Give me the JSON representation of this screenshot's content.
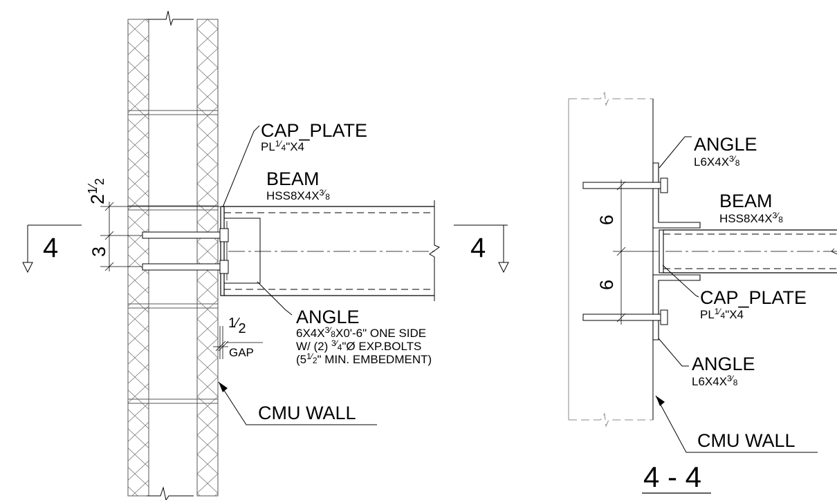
{
  "detail_left": {
    "cap_plate": {
      "title": "CAP_PLATE",
      "spec": "PL1/4\"X4"
    },
    "beam": {
      "title": "BEAM",
      "spec": "HSS8X4X3/8"
    },
    "angle": {
      "title": "ANGLE",
      "line1": "6X4X3/8X0'-6\" ONE SIDE",
      "line2": "W/ (2) 3/4\"Ø EXP.BOLTS",
      "line3": "(51/2\"  MIN. EMBEDMENT)"
    },
    "gap": {
      "dim": "1/2",
      "label": "GAP"
    },
    "wall": "CMU WALL",
    "dims": [
      "21/2",
      "3"
    ],
    "section_cut_left": "4",
    "section_cut_right": "4"
  },
  "detail_right": {
    "angle_top": {
      "title": "ANGLE",
      "spec": "L6X4X3/8"
    },
    "beam": {
      "title": "BEAM",
      "spec": "HSS8X4X3/8"
    },
    "cap_plate": {
      "title": "CAP_PLATE",
      "spec": "PL1/4\"X4"
    },
    "angle_bottom": {
      "title": "ANGLE",
      "spec": "L6X4X3/8"
    },
    "wall": "CMU WALL",
    "dims": [
      "6",
      "6"
    ],
    "section_title": "4 - 4"
  }
}
